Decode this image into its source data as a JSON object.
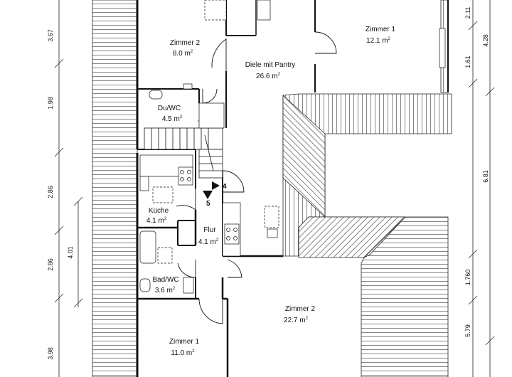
{
  "rooms": {
    "zimmer2_top": {
      "name": "Zimmer 2",
      "area": "8.0 m",
      "unit_sup": "2"
    },
    "zimmer1_top": {
      "name": "Zimmer 1",
      "area": "12.1 m",
      "unit_sup": "2"
    },
    "diele": {
      "name": "Diele mit Pantry",
      "area": "26.6 m",
      "unit_sup": "2"
    },
    "duwc": {
      "name": "Du/WC",
      "area": "4.5 m",
      "unit_sup": "2"
    },
    "kueche": {
      "name": "Küche",
      "area": "4.1 m",
      "unit_sup": "2"
    },
    "flur": {
      "name": "Flur",
      "area": "4.1 m",
      "unit_sup": "2"
    },
    "badwc": {
      "name": "Bad/WC",
      "area": "3.6 m",
      "unit_sup": "2"
    },
    "zimmer2_bottom": {
      "name": "Zimmer 2",
      "area": "22.7 m",
      "unit_sup": "2"
    },
    "zimmer1_bottom": {
      "name": "Zimmer 1",
      "area": "11.0 m",
      "unit_sup": "2"
    }
  },
  "dimensions": {
    "left": [
      "3.67",
      "1.98",
      "2.86",
      "2.86",
      "3.98"
    ],
    "left_inner": [
      "4.01"
    ],
    "right": [
      "2.11",
      "1.61",
      "1.760",
      "5.79"
    ],
    "right_outer": [
      "4.28",
      "6.81"
    ]
  },
  "stair_markers": {
    "up": "4",
    "down": "5"
  }
}
